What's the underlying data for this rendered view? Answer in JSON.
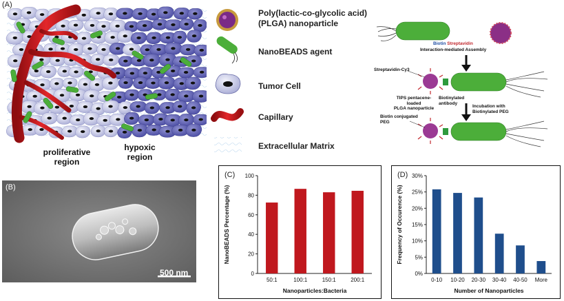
{
  "panel_a": {
    "label": "(A)",
    "regions": {
      "proliferative": "proliferative\nregion",
      "hypoxic": "hypoxic\nregion"
    },
    "legend": [
      {
        "icon": "nanoparticle-icon",
        "text": "Poly(lactic-co-glycolic acid)\n(PLGA) nanoparticle"
      },
      {
        "icon": "bacterium-icon",
        "text": "NanoBEADS agent"
      },
      {
        "icon": "tumor-cell-icon",
        "text": "Tumor Cell"
      },
      {
        "icon": "capillary-icon",
        "text": "Capillary"
      },
      {
        "icon": "extracellular-matrix-icon",
        "text": "Extracellular Matrix"
      }
    ],
    "assembly": {
      "biotin": "Biotin",
      "streptavidin": "Streptavidin",
      "interaction": "Interaction-mediated Assembly",
      "streptavidin_cy3": "Streptavidin-Cy3",
      "tips_particle": "TIPS pentacene-loaded\nPLGA nanoparticle",
      "biotinylated_antibody": "Biotinylated\nantibody",
      "incubation": "Incubation with\nBiotinylated PEG",
      "biotin_peg": "Biotin conjugated\nPEG",
      "colors": {
        "biotin": "#1f4ea3",
        "streptavidin": "#c1272d",
        "bacterium": "#4cae3a",
        "particle": "#9b3a94"
      }
    }
  },
  "panel_b": {
    "label": "(B)",
    "scale_bar": "500 nm"
  },
  "chart_data": [
    {
      "panel": "(C)",
      "type": "bar",
      "categories": [
        "50:1",
        "100:1",
        "150:1",
        "200:1"
      ],
      "values": [
        72.5,
        86.5,
        83,
        84.5
      ],
      "xlabel": "Nanoparticles:Bacteria",
      "ylabel": "NanoBEADS Percentage (%)",
      "ylim": [
        0,
        100
      ],
      "yticks": [
        "0",
        "20",
        "40",
        "60",
        "80",
        "100"
      ],
      "bar_color": "#c0181e",
      "grid": false
    },
    {
      "panel": "(D)",
      "type": "bar",
      "categories": [
        "0-10",
        "10-20",
        "20-30",
        "30-40",
        "40-50",
        "More"
      ],
      "values": [
        25.8,
        24.7,
        23.3,
        12.2,
        8.6,
        3.8
      ],
      "xlabel": "Number of Nanoparticles",
      "ylabel": "Frequency of Occurence (%)",
      "ylim": [
        0,
        30
      ],
      "yticks": [
        "0%",
        "5%",
        "10%",
        "15%",
        "20%",
        "25%",
        "30%"
      ],
      "bar_color": "#1f4e8c",
      "grid": false
    }
  ]
}
